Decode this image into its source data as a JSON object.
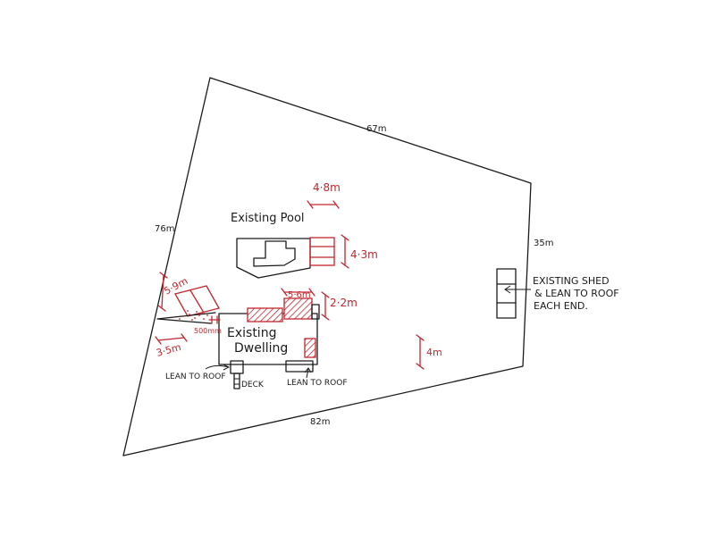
{
  "plan": {
    "boundary": {
      "top": "67m",
      "left": "76m",
      "right": "35m",
      "bottom": "82m"
    },
    "labels": {
      "pool": "Existing Pool",
      "dwelling_line1": "Existing",
      "dwelling_line2": "Dwelling",
      "shed_line1": "EXISTING SHED",
      "shed_line2": "& LEAN TO ROOF",
      "shed_line3": "EACH END.",
      "lean_left": "LEAN TO ROOF",
      "lean_right": "LEAN TO ROOF",
      "deck": "DECK"
    },
    "dimensions": {
      "pool_width": "4·8m",
      "pool_height": "4·3m",
      "carport_width": "5·6m",
      "carport_height": "2·2m",
      "setback": "4m",
      "angled_width": "5·9m",
      "angled_gap": "500mm",
      "angled_setback": "3·5m"
    },
    "colors": {
      "ink": "#1a1a1a",
      "proposed": "#c0262d"
    }
  }
}
